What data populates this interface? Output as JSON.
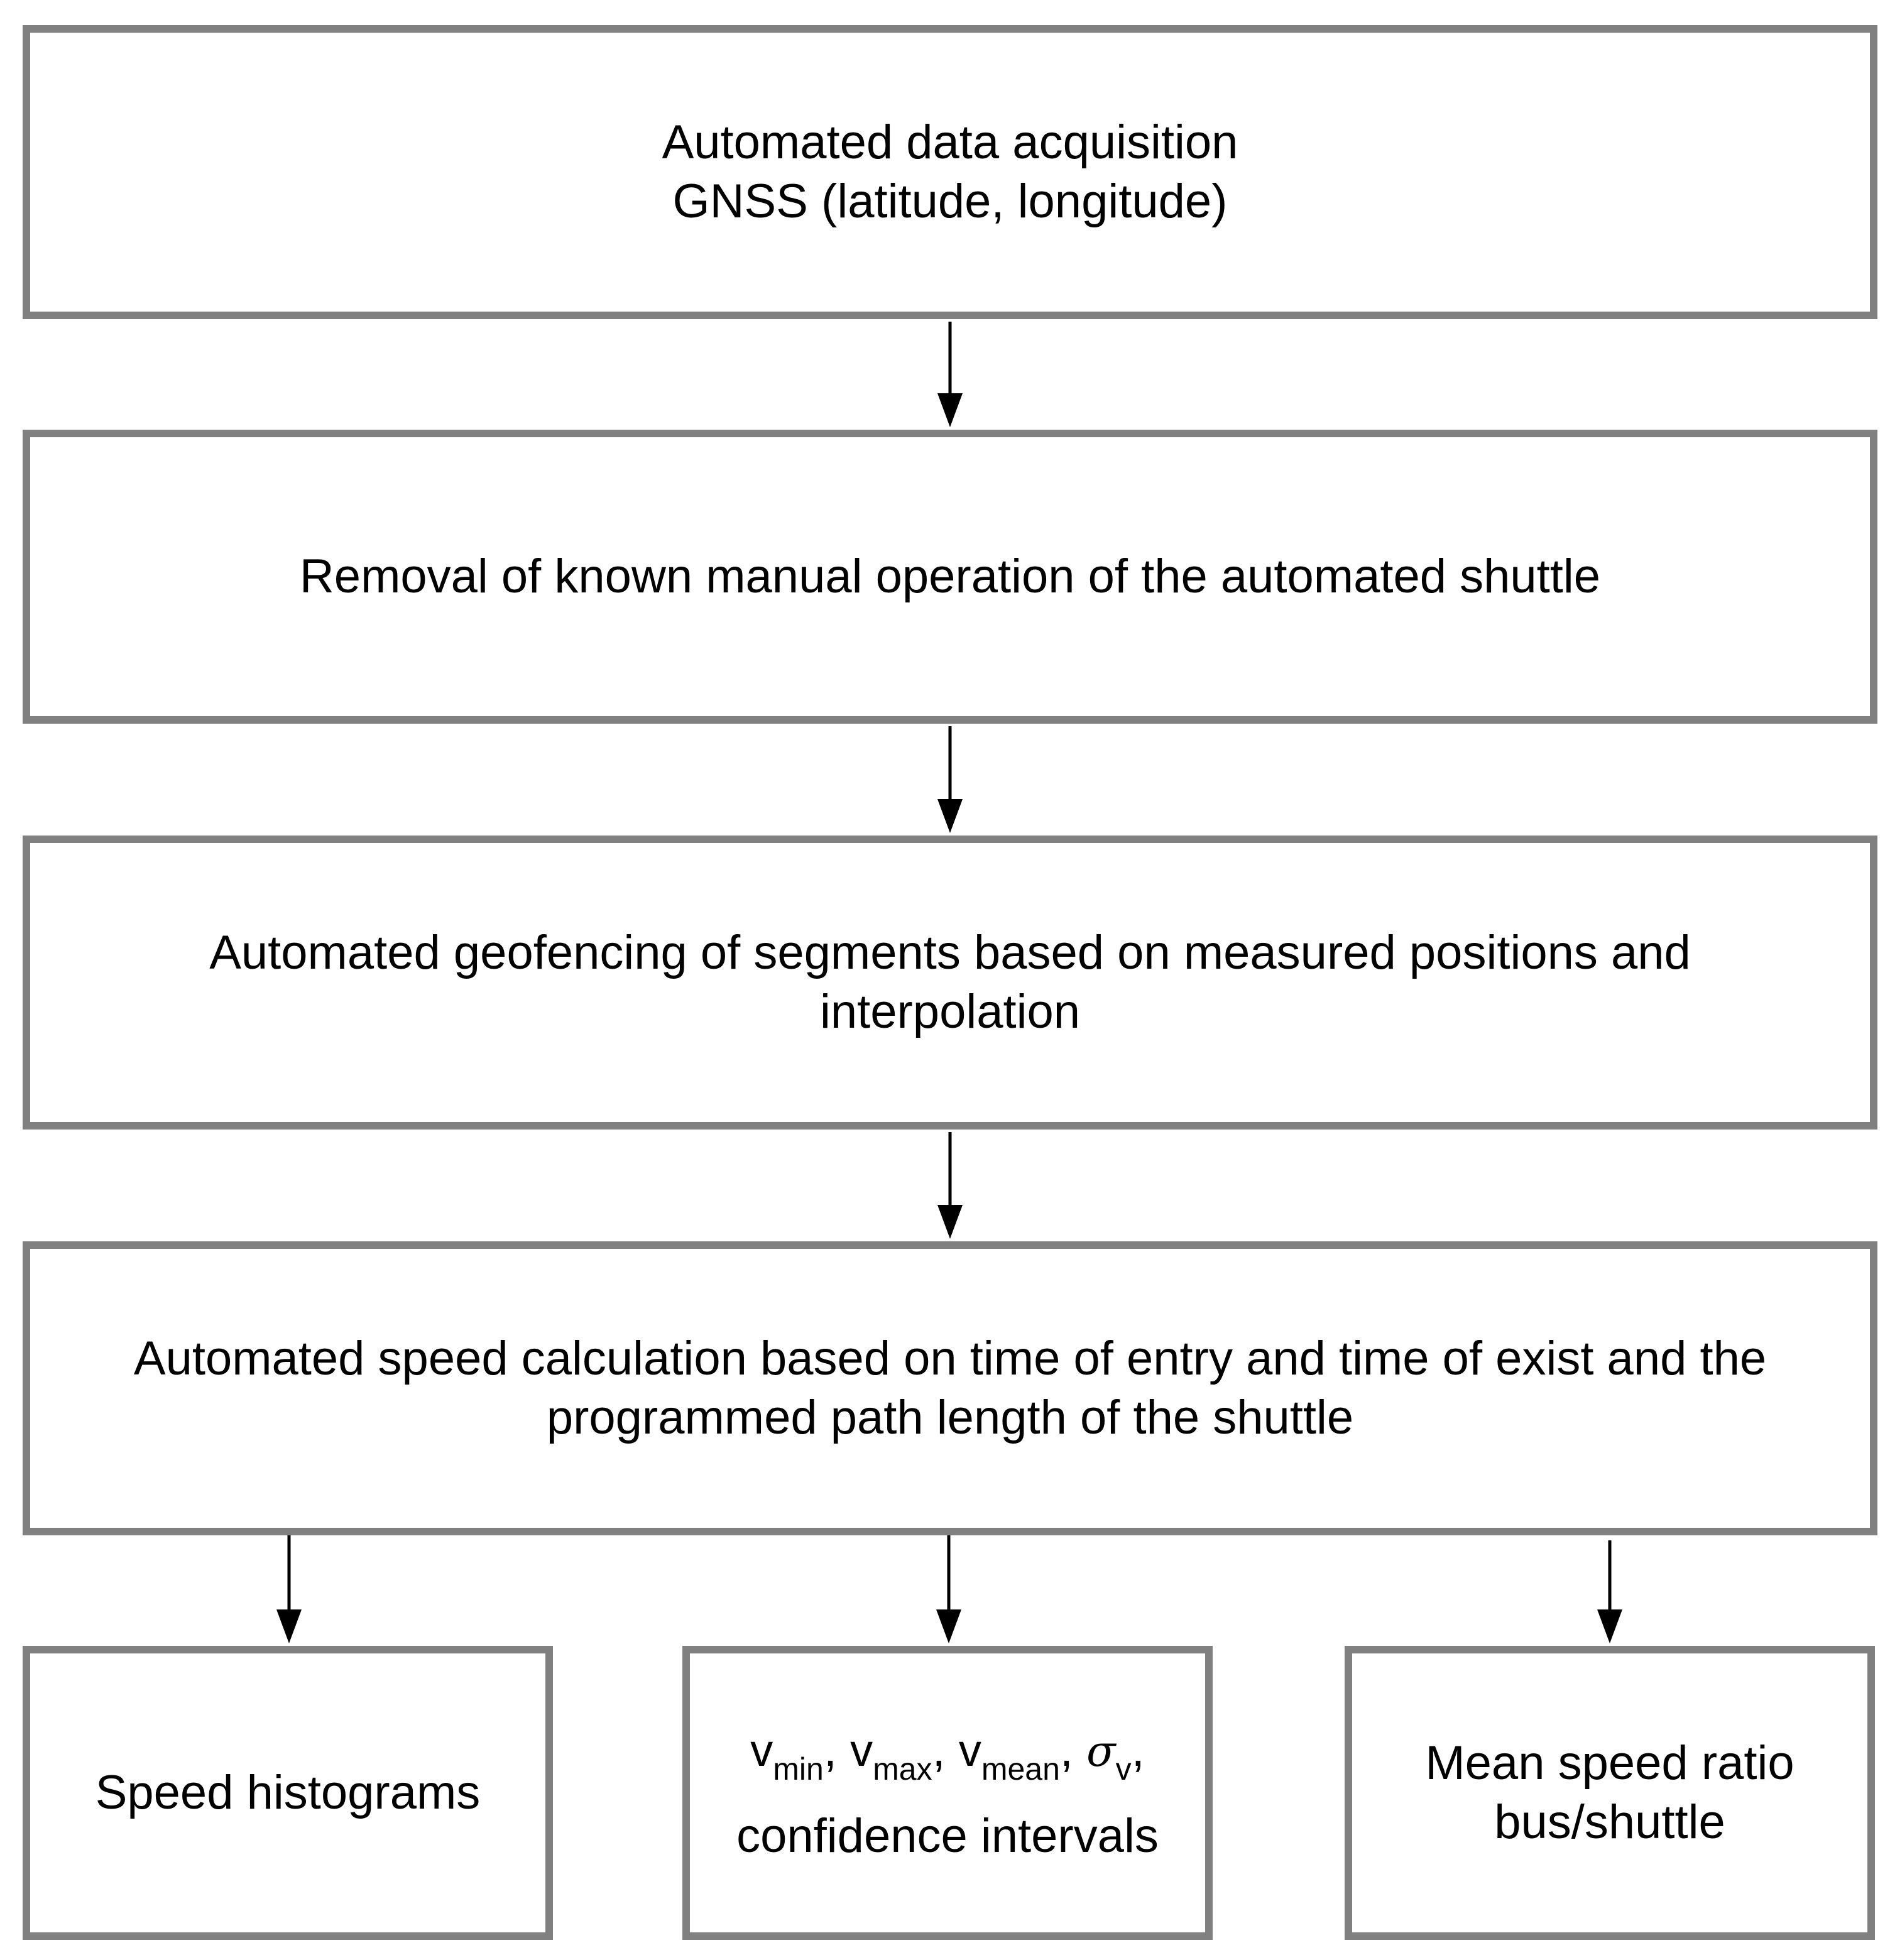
{
  "steps": {
    "acquisition": {
      "line1": "Automated data acquisition",
      "line2": "GNSS (latitude, longitude)"
    },
    "removal": {
      "line1": "Removal of known manual operation of the automated shuttle"
    },
    "geofencing": {
      "line1": "Automated geofencing of segments based on measured positions and",
      "line2": "interpolation"
    },
    "speed_calc": {
      "line1": "Automated speed calculation based on time of entry and time of exist and the",
      "line2": "programmed path length of the shuttle"
    }
  },
  "outputs": {
    "histograms": {
      "line1": "Speed histograms"
    },
    "statistics": {
      "v_symbol": "v",
      "sub_min": "min",
      "sub_max": "max",
      "sub_mean": "mean",
      "sigma_symbol": "σ",
      "sigma_sub": "v",
      "separator": ",",
      "line2": "confidence intervals"
    },
    "ratio": {
      "line1": "Mean speed ratio",
      "line2": "bus/shuttle"
    }
  },
  "colors": {
    "box_border": "#808080",
    "arrow": "#000000"
  }
}
